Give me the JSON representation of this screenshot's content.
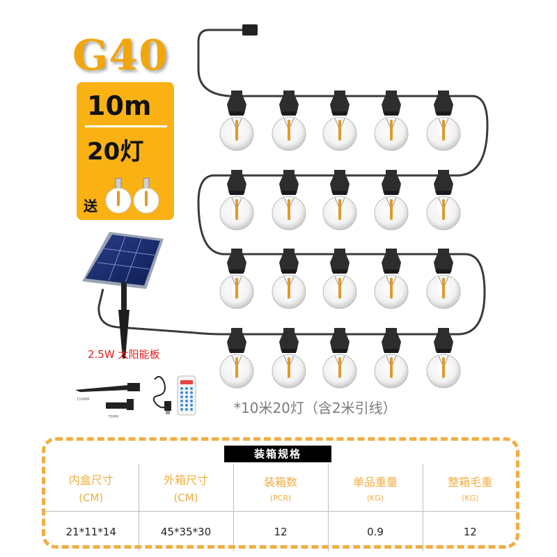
{
  "product": {
    "model": "G40",
    "length": "10m",
    "bulb_count": "20灯",
    "gift_label": "送",
    "solar_panel_label": "2.5W  太阳能板",
    "length_note": "*10米20灯（含2米引线）"
  },
  "accessories": {
    "spike_length_label": "150MM",
    "bracket_length_label": "75MM"
  },
  "packing": {
    "title": "装箱规格",
    "columns": [
      {
        "name": "内盒尺寸",
        "unit": "(CM)"
      },
      {
        "name": "外箱尺寸",
        "unit": "(CM)"
      },
      {
        "name": "装箱数",
        "unit": "(PCR)"
      },
      {
        "name": "单品重量",
        "unit": "(KG)"
      },
      {
        "name": "整箱毛重",
        "unit": "(KG)"
      }
    ],
    "values": [
      "21*11*14",
      "45*35*30",
      "12",
      "0.9",
      "12"
    ]
  },
  "colors": {
    "accent": "#f9b114",
    "model_text": "#f2a60d",
    "dashed_border": "#f1ae42",
    "panel_label": "#e41e1e",
    "cable": "#3a3a3a"
  },
  "icons": {
    "gift_bulbs": "bulb-icon",
    "solar_panel": "solar-panel-icon",
    "remote": "remote-control-icon",
    "usb_cable": "usb-cable-icon"
  }
}
